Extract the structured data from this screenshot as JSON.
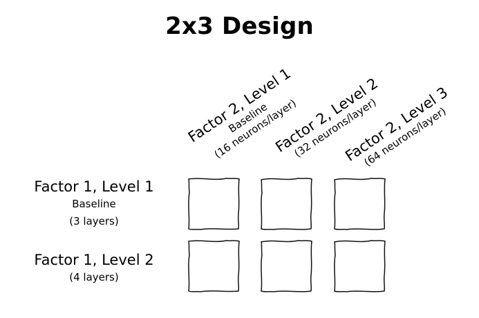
{
  "title": "2x3 Design",
  "rows": [
    {
      "name": "Factor 1, Level 1",
      "lines": [
        "Baseline",
        "(3 layers)"
      ]
    },
    {
      "name": "Factor 1, Level 2",
      "lines": [
        "(4 layers)"
      ]
    }
  ],
  "columns": [
    {
      "name": "Factor 2, Level 1",
      "lines": [
        "Baseline",
        "(16 neurons/layer)"
      ]
    },
    {
      "name": "Factor 2, Level 2",
      "lines": [
        "(32 neurons/layer)"
      ]
    },
    {
      "name": "Factor 2, Level 3",
      "lines": [
        "(64 neurons/layer)"
      ]
    }
  ]
}
